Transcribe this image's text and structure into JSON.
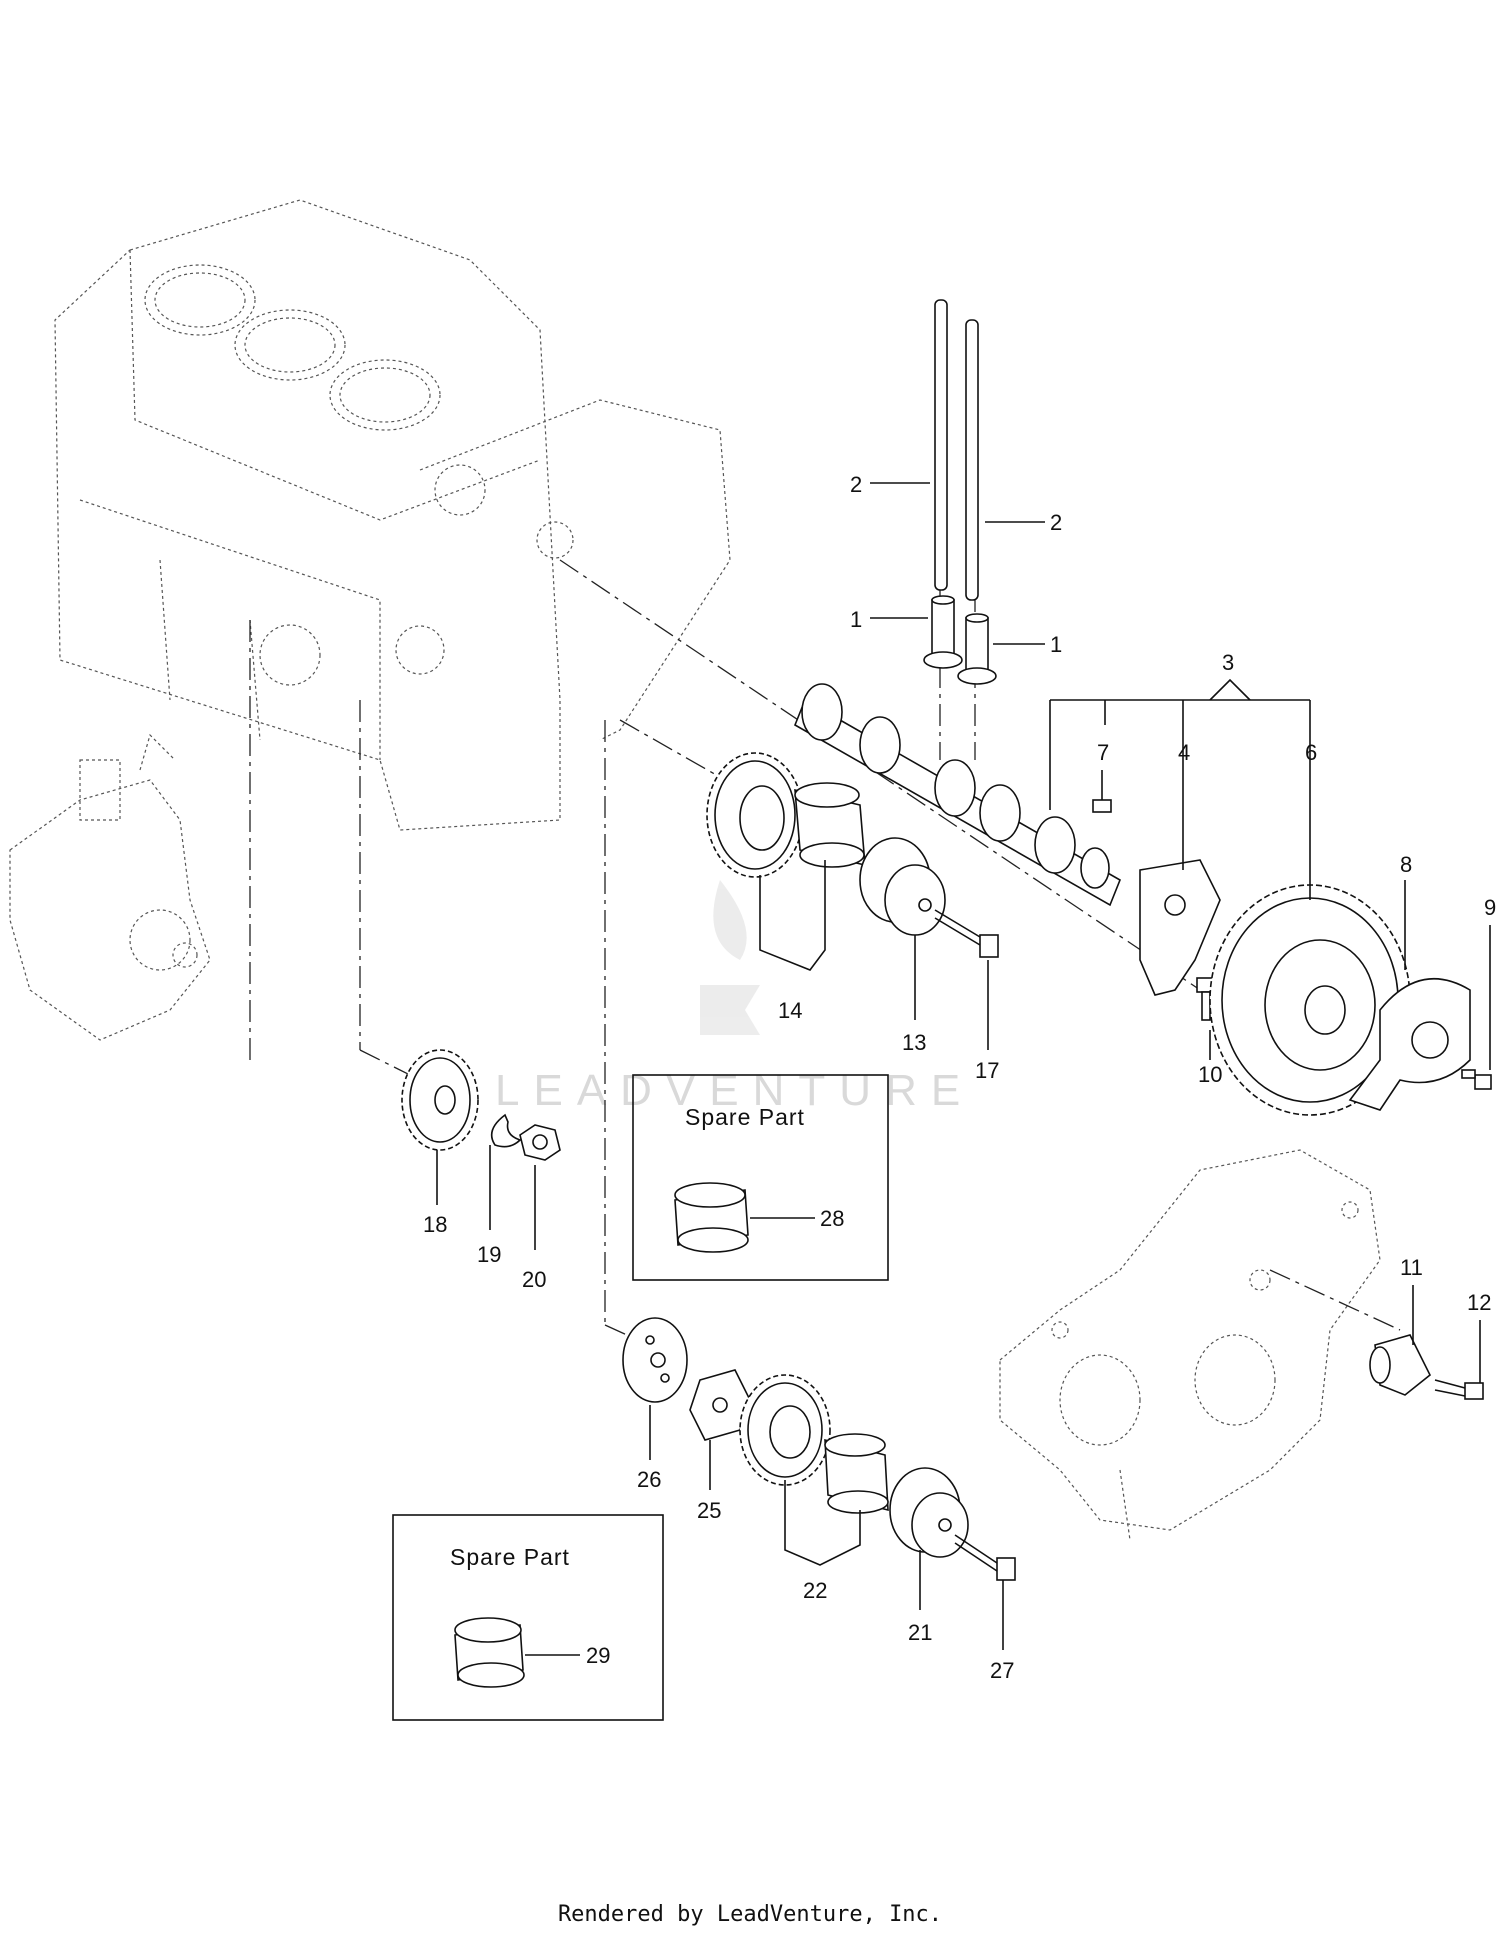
{
  "watermark": "LEADVENTURE",
  "footer": "Rendered by LeadVenture, Inc.",
  "spare_boxes": [
    {
      "title": "Spare  Part",
      "part": "28"
    },
    {
      "title": "Spare  Part",
      "part": "29"
    }
  ],
  "callouts": [
    {
      "id": "1a",
      "text": "1"
    },
    {
      "id": "1b",
      "text": "1"
    },
    {
      "id": "2a",
      "text": "2"
    },
    {
      "id": "2b",
      "text": "2"
    },
    {
      "id": "3",
      "text": "3"
    },
    {
      "id": "4",
      "text": "4"
    },
    {
      "id": "6",
      "text": "6"
    },
    {
      "id": "7",
      "text": "7"
    },
    {
      "id": "8",
      "text": "8"
    },
    {
      "id": "9",
      "text": "9"
    },
    {
      "id": "10",
      "text": "10"
    },
    {
      "id": "11",
      "text": "11"
    },
    {
      "id": "12",
      "text": "12"
    },
    {
      "id": "13",
      "text": "13"
    },
    {
      "id": "14",
      "text": "14"
    },
    {
      "id": "17",
      "text": "17"
    },
    {
      "id": "18",
      "text": "18"
    },
    {
      "id": "19",
      "text": "19"
    },
    {
      "id": "20",
      "text": "20"
    },
    {
      "id": "21",
      "text": "21"
    },
    {
      "id": "22",
      "text": "22"
    },
    {
      "id": "25",
      "text": "25"
    },
    {
      "id": "26",
      "text": "26"
    },
    {
      "id": "27",
      "text": "27"
    }
  ]
}
